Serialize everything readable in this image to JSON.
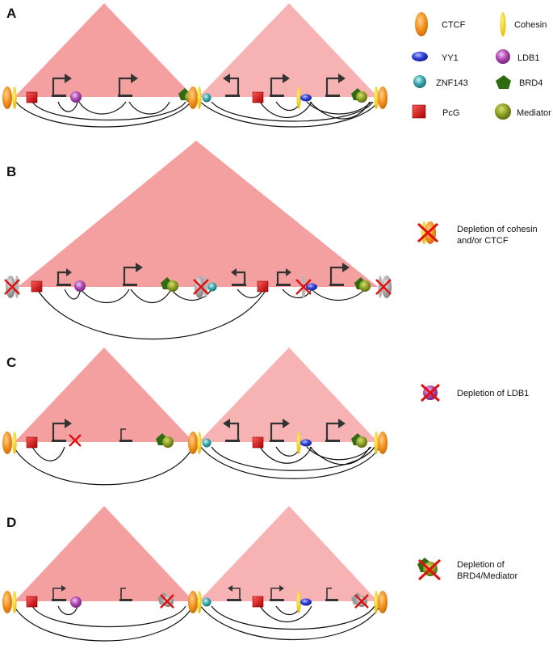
{
  "panels": [
    {
      "letter": "A"
    },
    {
      "letter": "B"
    },
    {
      "letter": "C"
    },
    {
      "letter": "D"
    }
  ],
  "legend": {
    "ctcf": "CTCF",
    "cohesin": "Cohesin",
    "yy1": "YY1",
    "ldb1": "LDB1",
    "znf143": "ZNF143",
    "brd4": "BRD4",
    "pcg": "PcG",
    "mediator": "Mediator"
  },
  "depletion": {
    "b_line1": "Depletion of cohesin",
    "b_line2": "and/or CTCF",
    "c_line1": "Depletion of LDB1",
    "d_line1": "Depletion of",
    "d_line2": "BRD4/Mediator"
  },
  "colors": {
    "tad_left": "#f4a0a0",
    "tad_right": "#f7b3b3",
    "ctcf": "#f08c1a",
    "cohesin": "#f5c800",
    "yy1": "#2f3fd8",
    "ldb1": "#b04cb4",
    "znf143": "#3ba9b0",
    "brd4": "#2e6b12",
    "pcg": "#d31212",
    "mediator": "#8a9c22",
    "depleted_grey": "#9a9a9a",
    "red_x": "#e01010"
  }
}
